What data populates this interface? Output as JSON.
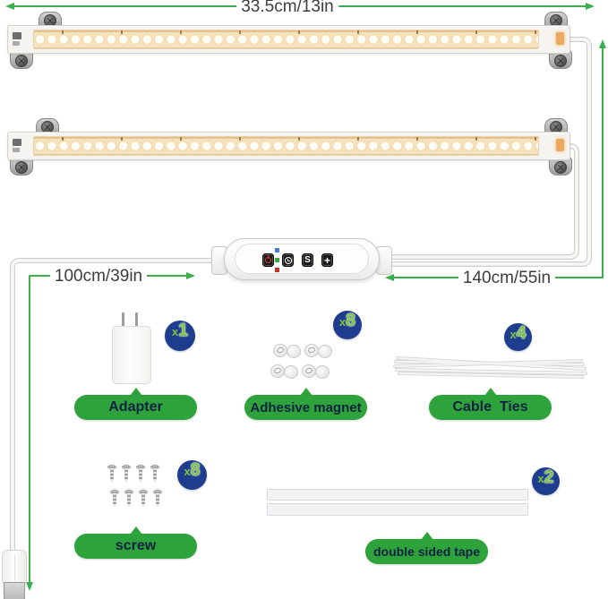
{
  "annotations": {
    "bar_length": "33.5cm/13in",
    "usb_cable_length": "100cm/39in",
    "link_cable_length": "140cm/55in"
  },
  "controller": {
    "buttons": [
      {
        "icon": "power",
        "label": ""
      },
      {
        "icon": "clock",
        "label": ""
      },
      {
        "icon": "",
        "label": "S"
      },
      {
        "icon": "",
        "label": "+"
      }
    ]
  },
  "accessories": [
    {
      "label": "Adapter",
      "qty_prefix": "x",
      "qty": "1"
    },
    {
      "label": "Adhesive magnet",
      "qty_prefix": "x",
      "qty": "8"
    },
    {
      "label": "Cable  Ties",
      "qty_prefix": "x",
      "qty": "4"
    },
    {
      "label": "screw",
      "qty_prefix": "x",
      "qty": "8"
    },
    {
      "label": "double sided tape",
      "qty_prefix": "x",
      "qty": "2"
    }
  ],
  "colors": {
    "accent_green": "#2ea23b",
    "arrow_green": "#3cae4e",
    "badge_blue": "#1e3d8f",
    "badge_text_green": "#7cc43f",
    "label_text": "#0f2340",
    "dimension_text": "#3d3d3d",
    "led_warm": "#f5e3c0"
  }
}
